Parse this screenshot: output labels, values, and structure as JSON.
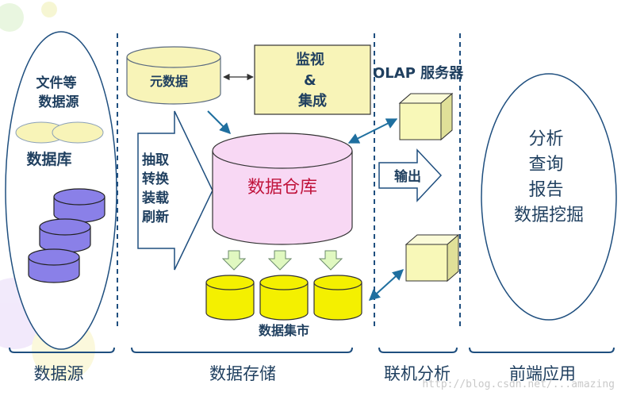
{
  "colors": {
    "text": "#1f3f5f",
    "accent_text": "#c0143c",
    "cylinder_yellow_light": "#f8f4b8",
    "cylinder_pink": "#f8d8f4",
    "cylinder_purple": "#8a80e8",
    "cylinder_yellow": "#f4f000",
    "cube_yellow": "#f8f8b8",
    "arrow_green": "#e0f8c0",
    "connector_blue": "#1f6f9f"
  },
  "sources": {
    "label": "文件等\n数据源",
    "db_label": "数据库"
  },
  "storage": {
    "metadata_label": "元数据",
    "monitor_label": "监视\n&\n集成",
    "etl_label": "抽取\n转换\n装载\n刷新",
    "warehouse_label": "数据仓库",
    "datamart_label": "数据集市"
  },
  "olap": {
    "server_label": "OLAP 服务器",
    "output_label": "输出"
  },
  "frontend": {
    "label": "分析\n查询\n报告\n数据挖掘"
  },
  "sections": [
    {
      "label": "数据源"
    },
    {
      "label": "数据存储"
    },
    {
      "label": "联机分析"
    },
    {
      "label": "前端应用"
    }
  ],
  "watermark": "http://blog.csdn.net/...amazing"
}
